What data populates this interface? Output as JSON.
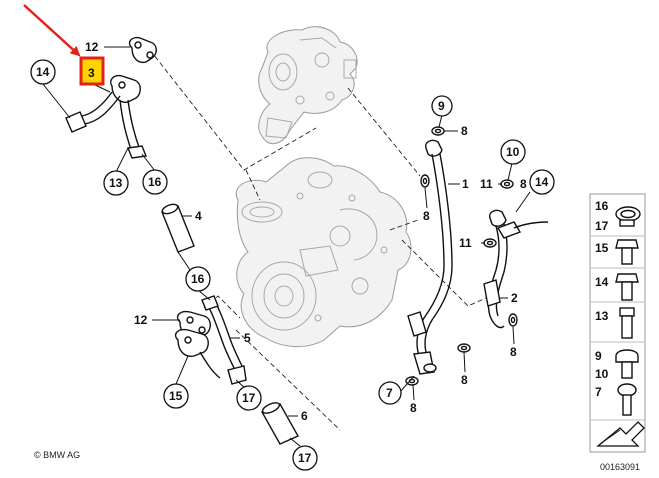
{
  "labels": {
    "p12a": "12",
    "p3": "3",
    "p14a": "14",
    "p13": "13",
    "p16a": "16",
    "p4": "4",
    "p16b": "16",
    "p12b": "12",
    "p5": "5",
    "p15": "15",
    "p17a": "17",
    "p6": "6",
    "p17b": "17",
    "p9": "9",
    "p8a": "8",
    "p1": "1",
    "p8b": "8",
    "p10": "10",
    "p11a": "11",
    "p8c": "8",
    "p14b": "14",
    "p11b": "11",
    "p2": "2",
    "p8d": "8",
    "p7": "7",
    "p8e": "8",
    "p8f": "8"
  },
  "legend": {
    "r16": "16",
    "r17": "17",
    "r15": "15",
    "r14": "14",
    "r13": "13",
    "r9": "9",
    "r10": "10",
    "r7": "7"
  },
  "copyright": "© BMW AG",
  "diagram_number": "00163091",
  "colors": {
    "highlight_box": "#e32119",
    "highlight_fill": "#ffd400",
    "arrow": "#e32119"
  }
}
